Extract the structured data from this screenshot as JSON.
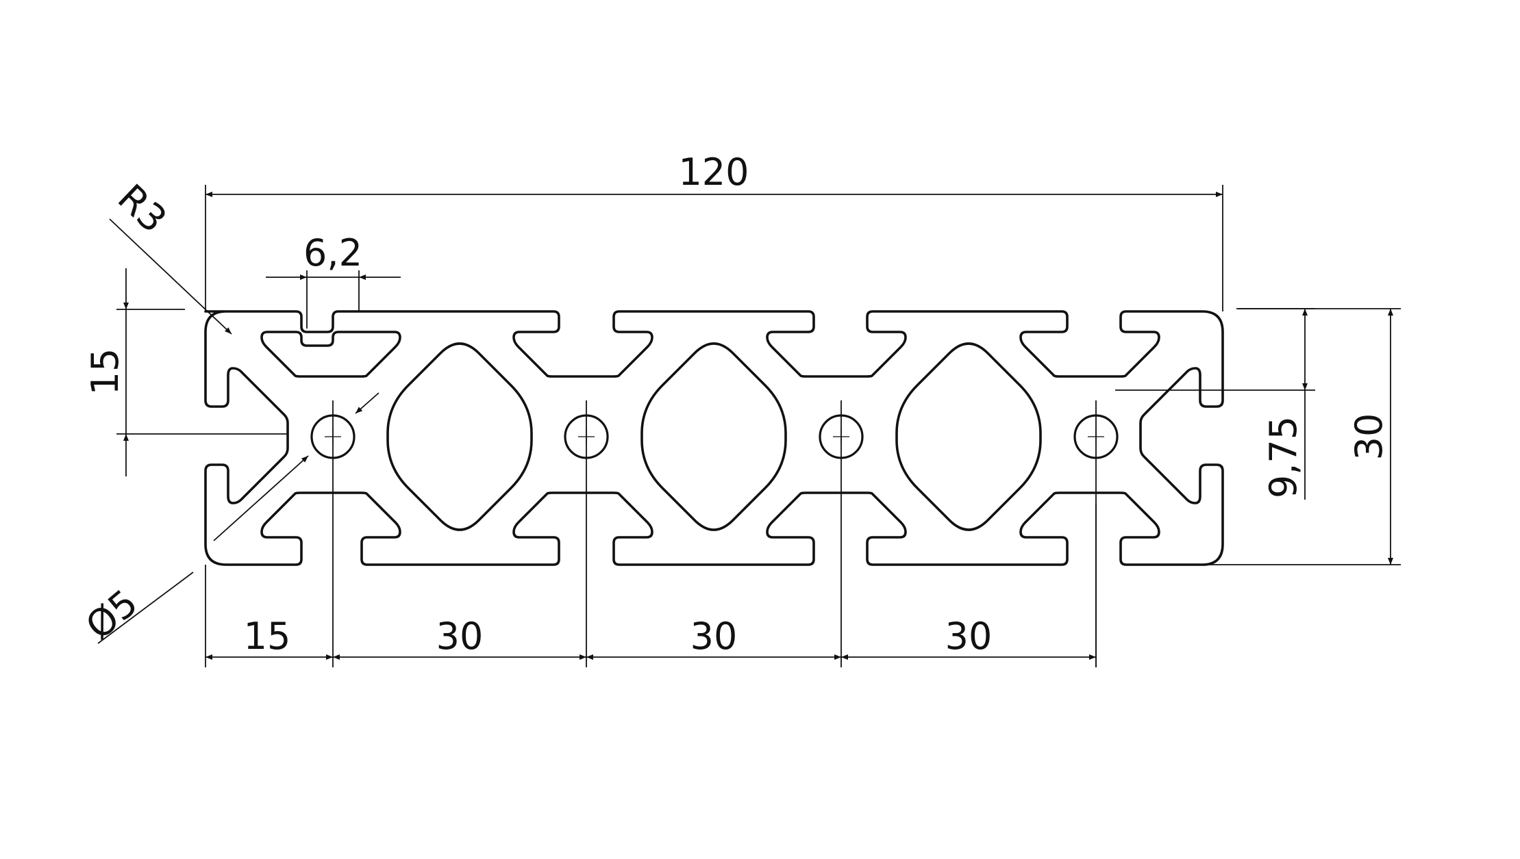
{
  "drawing": {
    "stroke_color": "#111111",
    "background": "#ffffff",
    "dimensions": {
      "overall_width": "120",
      "slot_width": "6,2",
      "corner_radius": "R3",
      "half_height": "15",
      "slot_depth": "9,75",
      "overall_height": "30",
      "bore_diameter": "Ø5",
      "first_pitch": "15",
      "pitch_1": "30",
      "pitch_2": "30",
      "pitch_3": "30"
    },
    "hole_count": 4
  }
}
